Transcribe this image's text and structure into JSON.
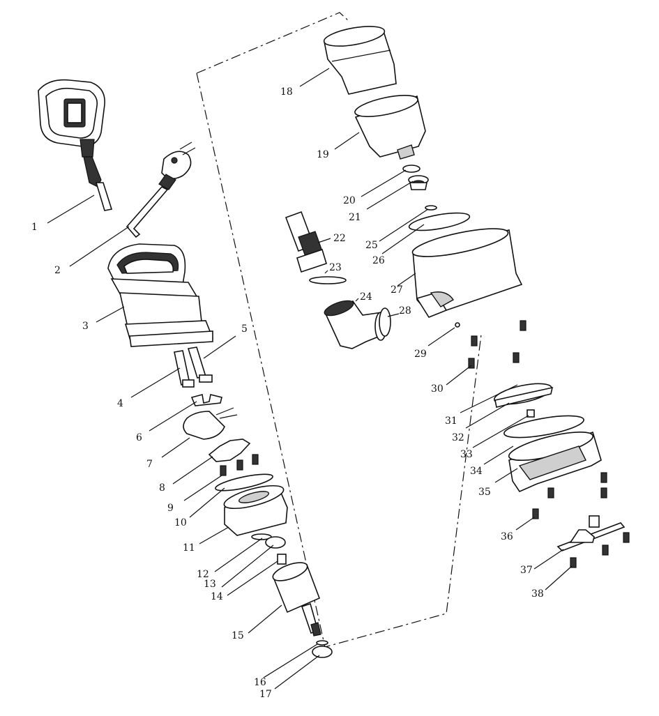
{
  "diagram": {
    "parts": [
      {
        "label": "1"
      },
      {
        "label": "2"
      },
      {
        "label": "3"
      },
      {
        "label": "4"
      },
      {
        "label": "5"
      },
      {
        "label": "6"
      },
      {
        "label": "7"
      },
      {
        "label": "8"
      },
      {
        "label": "9"
      },
      {
        "label": "10"
      },
      {
        "label": "11"
      },
      {
        "label": "12"
      },
      {
        "label": "13"
      },
      {
        "label": "14"
      },
      {
        "label": "15"
      },
      {
        "label": "16"
      },
      {
        "label": "17"
      },
      {
        "label": "18"
      },
      {
        "label": "19"
      },
      {
        "label": "20"
      },
      {
        "label": "21"
      },
      {
        "label": "22"
      },
      {
        "label": "23"
      },
      {
        "label": "24"
      },
      {
        "label": "25"
      },
      {
        "label": "26"
      },
      {
        "label": "27"
      },
      {
        "label": "28"
      },
      {
        "label": "29"
      },
      {
        "label": "30"
      },
      {
        "label": "31"
      },
      {
        "label": "32"
      },
      {
        "label": "33"
      },
      {
        "label": "34"
      },
      {
        "label": "35"
      },
      {
        "label": "36"
      },
      {
        "label": "37"
      },
      {
        "label": "38"
      }
    ]
  }
}
